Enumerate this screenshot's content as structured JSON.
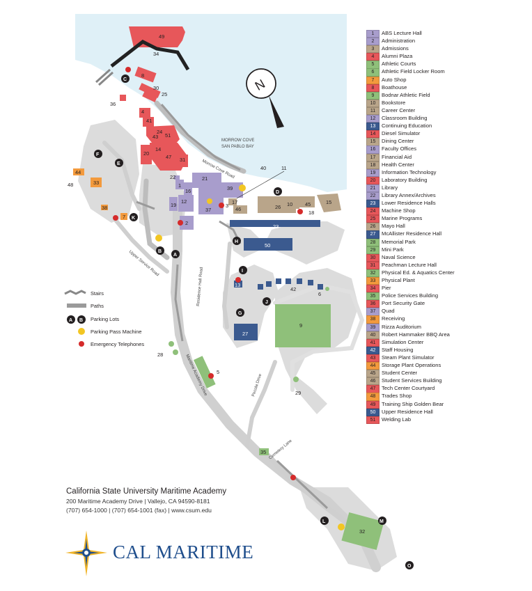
{
  "colors": {
    "water": "#dff0f7",
    "path_gray": "#d6d6d6",
    "road_gray": "#c8c8c8",
    "building_red": "#e7575a",
    "building_purple": "#a89dcc",
    "building_tan": "#b9a58a",
    "building_navy": "#3b5a8f",
    "field_green": "#8fc07a",
    "phone_red": "#d52b2b",
    "pass_yellow": "#f2c623"
  },
  "legend": [
    {
      "num": "1",
      "label": "ABS Lecture Hall",
      "color": "#a89dcc"
    },
    {
      "num": "2",
      "label": "Administration",
      "color": "#a89dcc"
    },
    {
      "num": "3",
      "label": "Admissions",
      "color": "#b9a58a"
    },
    {
      "num": "4",
      "label": "Alumni Plaza",
      "color": "#e7575a"
    },
    {
      "num": "5",
      "label": "Athletic Courts",
      "color": "#8fc07a"
    },
    {
      "num": "6",
      "label": "Athletic Field Locker Room",
      "color": "#8fc07a"
    },
    {
      "num": "7",
      "label": "Auto Shop",
      "color": "#f39a3d"
    },
    {
      "num": "8",
      "label": "Boathouse",
      "color": "#e7575a"
    },
    {
      "num": "9",
      "label": "Bodnar Athletic Field",
      "color": "#8fc07a"
    },
    {
      "num": "10",
      "label": "Bookstore",
      "color": "#b9a58a"
    },
    {
      "num": "11",
      "label": "Career Center",
      "color": "#b9a58a"
    },
    {
      "num": "12",
      "label": "Classroom Building",
      "color": "#a89dcc"
    },
    {
      "num": "13",
      "label": "Continuing Education",
      "color": "#3b5a8f"
    },
    {
      "num": "14",
      "label": "Diesel Simulator",
      "color": "#e7575a"
    },
    {
      "num": "15",
      "label": "Dining Center",
      "color": "#b9a58a"
    },
    {
      "num": "16",
      "label": "Faculty Offices",
      "color": "#a89dcc"
    },
    {
      "num": "17",
      "label": "Financial Aid",
      "color": "#b9a58a"
    },
    {
      "num": "18",
      "label": "Health Center",
      "color": "#b9a58a"
    },
    {
      "num": "19",
      "label": "Information Technology",
      "color": "#a89dcc"
    },
    {
      "num": "20",
      "label": "Laboratory Building",
      "color": "#e7575a"
    },
    {
      "num": "21",
      "label": "Library",
      "color": "#a89dcc"
    },
    {
      "num": "22",
      "label": "Library Annex/Archives",
      "color": "#a89dcc"
    },
    {
      "num": "23",
      "label": "Lower Residence Halls",
      "color": "#3b5a8f"
    },
    {
      "num": "24",
      "label": "Machine Shop",
      "color": "#e7575a"
    },
    {
      "num": "25",
      "label": "Marine Programs",
      "color": "#e7575a"
    },
    {
      "num": "26",
      "label": "Mayo Hall",
      "color": "#b9a58a"
    },
    {
      "num": "27",
      "label": "McAllister Residence Hall",
      "color": "#3b5a8f"
    },
    {
      "num": "28",
      "label": "Memorial Park",
      "color": "#8fc07a"
    },
    {
      "num": "29",
      "label": "Mini Park",
      "color": "#8fc07a"
    },
    {
      "num": "30",
      "label": "Naval Science",
      "color": "#e7575a"
    },
    {
      "num": "31",
      "label": "Peachman Lecture Hall",
      "color": "#e7575a"
    },
    {
      "num": "32",
      "label": "Physical Ed. & Aquatics Center",
      "color": "#8fc07a"
    },
    {
      "num": "33",
      "label": "Physical Plant",
      "color": "#f39a3d"
    },
    {
      "num": "34",
      "label": "Pier",
      "color": "#e7575a"
    },
    {
      "num": "35",
      "label": "Police Services Building",
      "color": "#8fc07a"
    },
    {
      "num": "36",
      "label": "Port Security Gate",
      "color": "#e7575a"
    },
    {
      "num": "37",
      "label": "Quad",
      "color": "#a89dcc"
    },
    {
      "num": "38",
      "label": "Receiving",
      "color": "#f39a3d"
    },
    {
      "num": "39",
      "label": "Rizza Auditorium",
      "color": "#a89dcc"
    },
    {
      "num": "40",
      "label": "Robert Hammaker BBQ Area",
      "color": "#b9a58a"
    },
    {
      "num": "41",
      "label": "Simulation Center",
      "color": "#e7575a"
    },
    {
      "num": "42",
      "label": "Staff Housing",
      "color": "#3b5a8f"
    },
    {
      "num": "43",
      "label": "Steam Plant Simulator",
      "color": "#e7575a"
    },
    {
      "num": "44",
      "label": "Storage Plant Operations",
      "color": "#f39a3d"
    },
    {
      "num": "45",
      "label": "Student Center",
      "color": "#b9a58a"
    },
    {
      "num": "46",
      "label": "Student Services Building",
      "color": "#b9a58a"
    },
    {
      "num": "47",
      "label": "Tech Center Courtyard",
      "color": "#e7575a"
    },
    {
      "num": "48",
      "label": "Trades Shop",
      "color": "#f39a3d"
    },
    {
      "num": "49",
      "label": "Training Ship Golden Bear",
      "color": "#e7575a"
    },
    {
      "num": "50",
      "label": "Upper Residence Hall",
      "color": "#3b5a8f"
    },
    {
      "num": "51",
      "label": "Welding Lab",
      "color": "#e7575a"
    }
  ],
  "key": {
    "stairs": "Stairs",
    "paths": "Paths",
    "parking_lots": "Parking Lots",
    "parking_pass": "Parking Pass Machine",
    "phones": "Emergency Telephones",
    "lot_a": "A",
    "lot_b": "B"
  },
  "water_label": {
    "line1": "MORROW COVE",
    "line2": "SAN PABLO BAY"
  },
  "compass": "N",
  "roads": {
    "morrow_cove": "Morrow Cove Road",
    "upper_service": "Upper Service Road",
    "residence_hall": "Residence Hall Road",
    "maritime_academy": "Maritime Academy Drive",
    "pecola": "Pecola Drive",
    "cemetery": "Cemetery Lane"
  },
  "lots": [
    "A",
    "B",
    "C",
    "D",
    "E",
    "F",
    "G",
    "H",
    "I",
    "J",
    "K",
    "L",
    "M",
    "O"
  ],
  "buildings": {
    "n1": "1",
    "n2": "2",
    "n3": "3",
    "n4": "4",
    "n5": "5",
    "n6": "6",
    "n7": "7",
    "n8": "8",
    "n9": "9",
    "n10": "10",
    "n11": "11",
    "n12": "12",
    "n13": "13",
    "n14": "14",
    "n15": "15",
    "n16": "16",
    "n17": "17",
    "n18": "18",
    "n19": "19",
    "n20": "20",
    "n21": "21",
    "n22": "22",
    "n23": "23",
    "n24": "24",
    "n25": "25",
    "n26": "26",
    "n27": "27",
    "n28": "28",
    "n29": "29",
    "n30": "30",
    "n31": "31",
    "n32": "32",
    "n33": "33",
    "n34": "34",
    "n35": "35",
    "n36": "36",
    "n37": "37",
    "n38": "38",
    "n39": "39",
    "n40": "40",
    "n41": "41",
    "n42": "42",
    "n43": "43",
    "n44": "44",
    "n45": "45",
    "n46": "46",
    "n47": "47",
    "n48": "48",
    "n49": "49",
    "n50": "50",
    "n51": "51"
  },
  "footer": {
    "name": "California State University Maritime Academy",
    "address": "200 Maritime Academy Drive  |  Vallejo, CA  94590-8181",
    "phone": "(707) 654-1000  |  (707) 654-1001 (fax)  |  www.csum.edu",
    "wordmark": "CAL MARITIME"
  }
}
